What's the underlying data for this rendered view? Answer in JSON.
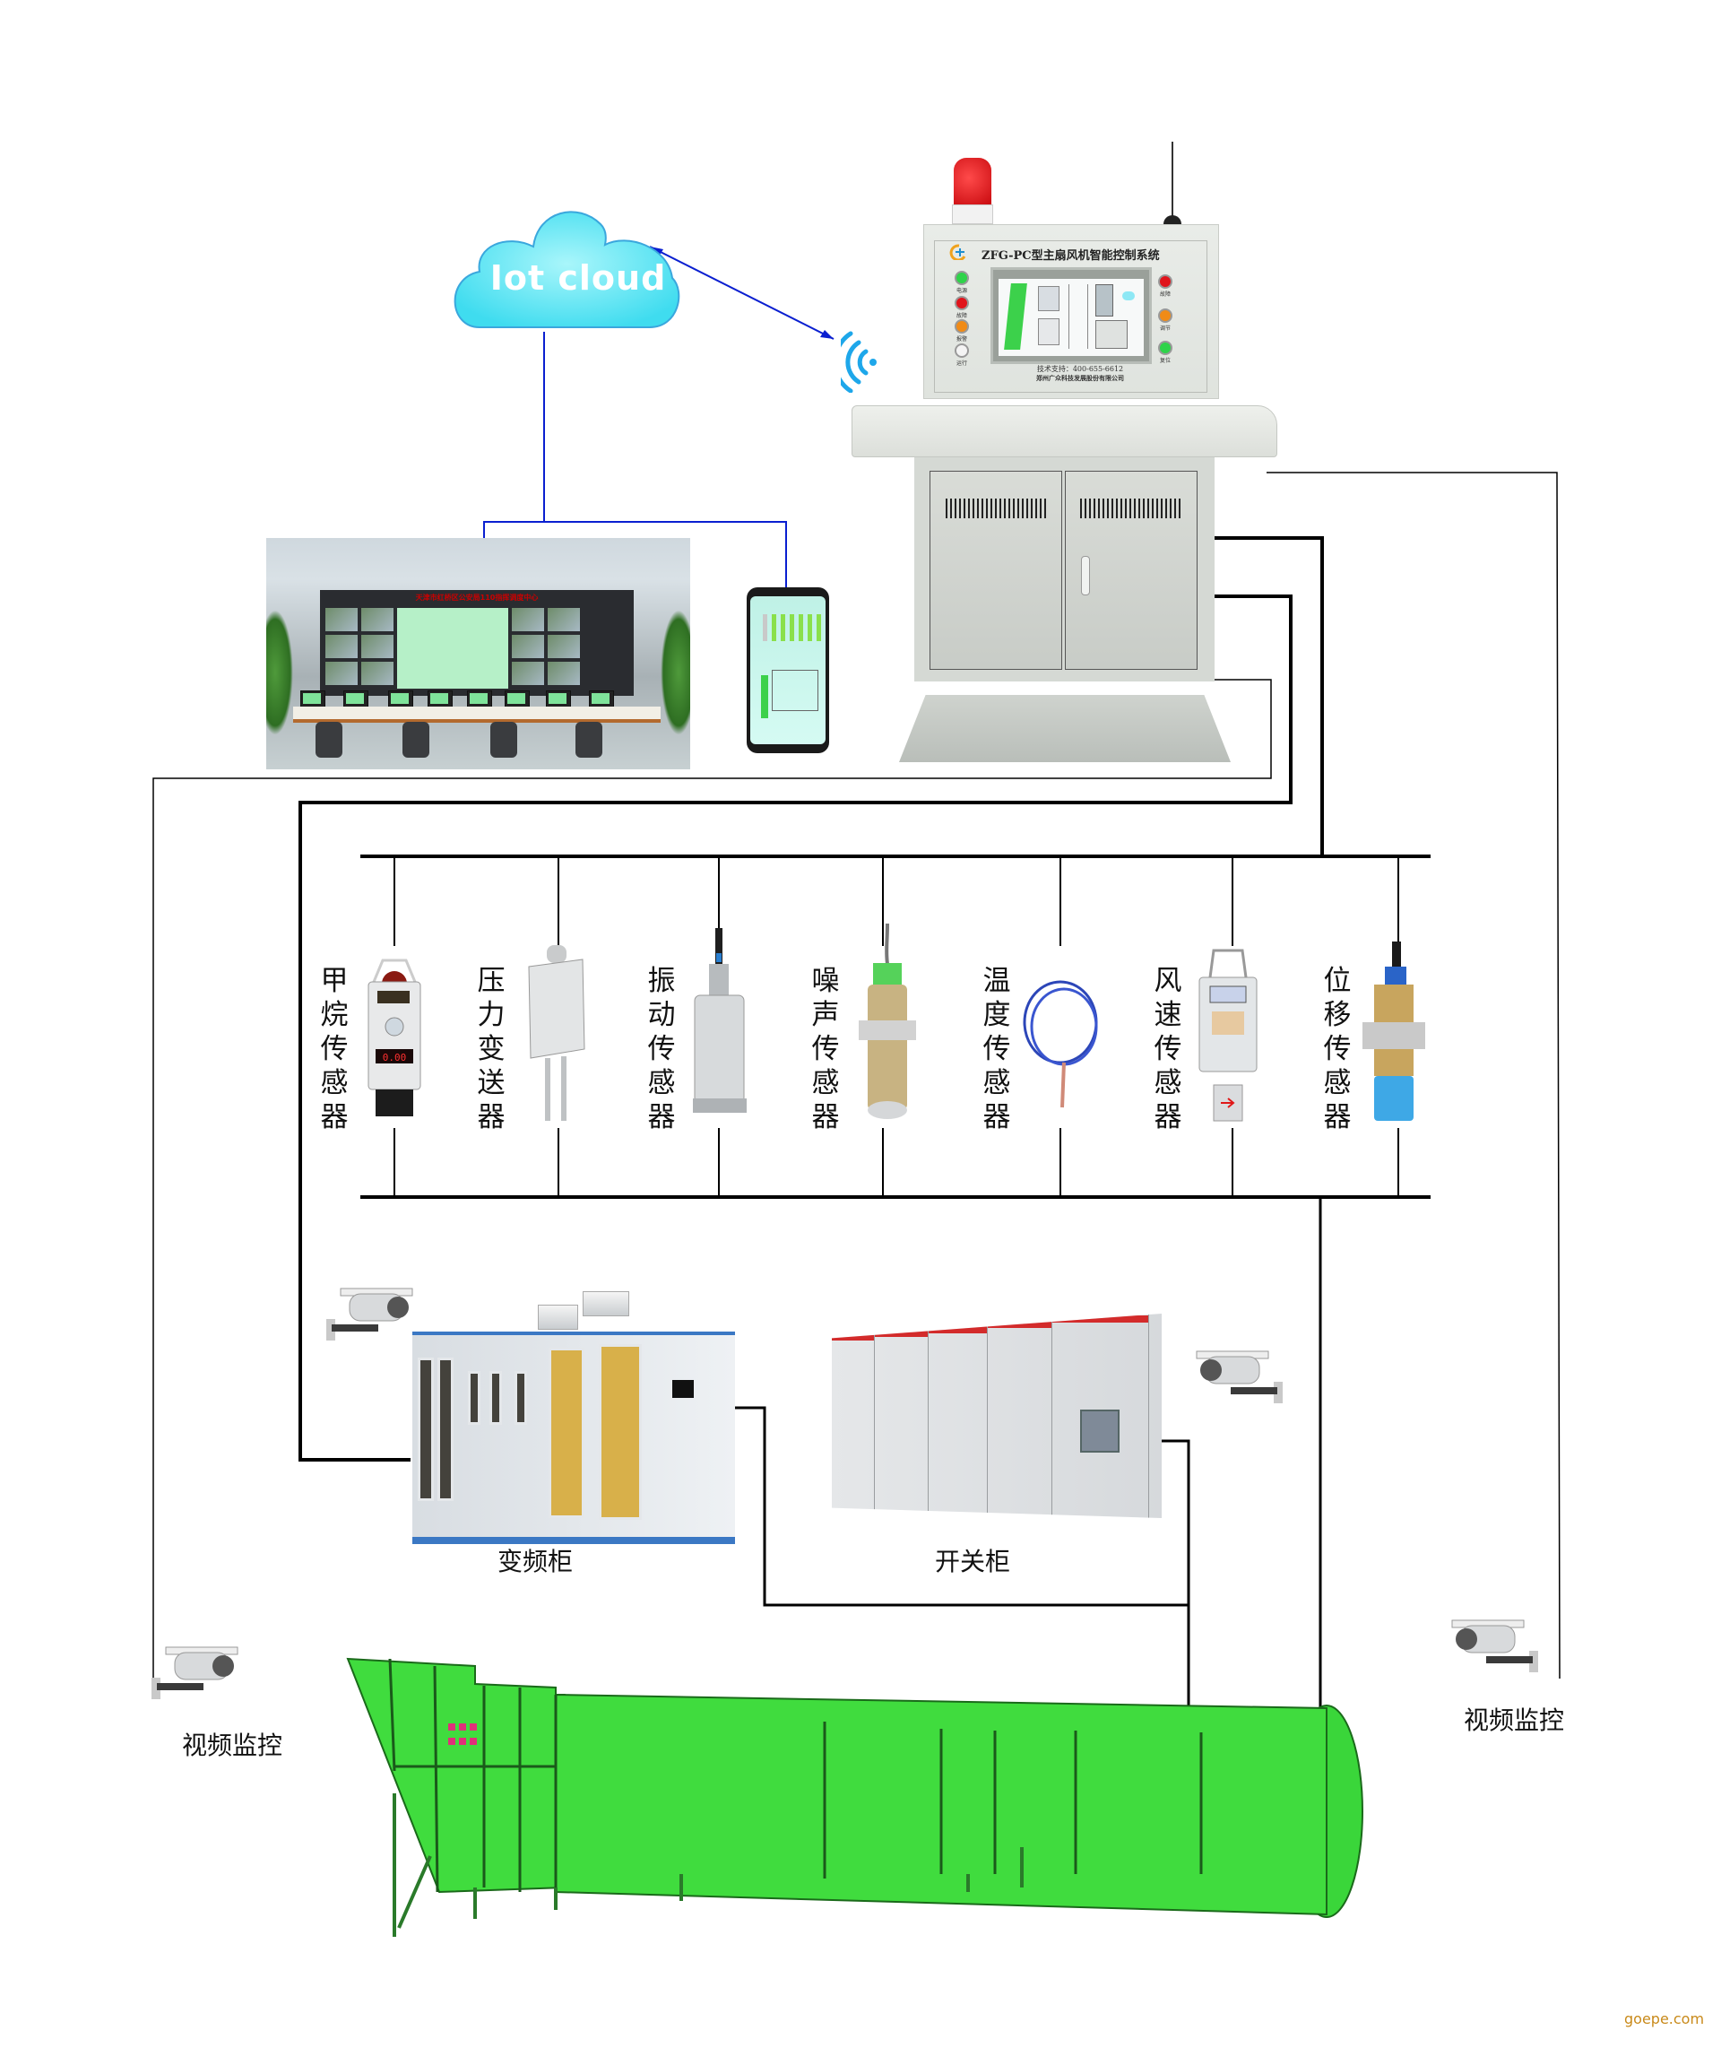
{
  "diagram": {
    "title": "ZFG-PC型主扇风机智能控制系统",
    "cloud": {
      "label": "Iot cloud",
      "color": "#5ee6f3"
    },
    "console": {
      "title": "ZFG-PC型主扇风机智能控制系统",
      "support": "技术支持：400-655-6612",
      "company": "郑州广众科技发展股份有限公司",
      "left_lamps": [
        {
          "label": "电源",
          "color": "#2fd34a"
        },
        {
          "label": "故障",
          "color": "#e0141c"
        },
        {
          "label": "报警",
          "color": "#f08b17"
        },
        {
          "label": "运行",
          "color": "#f4f4f4"
        }
      ],
      "right_lamps": [
        {
          "label": "故障",
          "color": "#e0141c"
        },
        {
          "label": "调节",
          "color": "#f08b17"
        },
        {
          "label": "复位",
          "color": "#2fd34a"
        }
      ]
    },
    "control_room": {
      "wall_title": "天津市红桥区公安局110指挥调度中心"
    },
    "sensors": [
      {
        "name": "methane-sensor",
        "label": "甲烷传感器"
      },
      {
        "name": "pressure-transmitter",
        "label": "压力变送器"
      },
      {
        "name": "vibration-sensor",
        "label": "振动传感器"
      },
      {
        "name": "noise-sensor",
        "label": "噪声传感器"
      },
      {
        "name": "temperature-sensor",
        "label": "温度传感器"
      },
      {
        "name": "wind-speed-sensor",
        "label": "风速传感器"
      },
      {
        "name": "displacement-sensor",
        "label": "位移传感器"
      }
    ],
    "equipment": {
      "vfd_cabinet": "变频柜",
      "switch_cabinet": "开关柜"
    },
    "cameras": {
      "left_label": "视频监控",
      "right_label": "视频监控"
    },
    "fan": {
      "name": "main-ventilation-fan",
      "color": "#3fdc3f"
    },
    "watermark": "goepe.com",
    "colors": {
      "network_link": "#0a1fd0",
      "wire": "#000000",
      "cloud_fill": "#5ee6f3",
      "wifi": "#1ea7ea"
    }
  }
}
